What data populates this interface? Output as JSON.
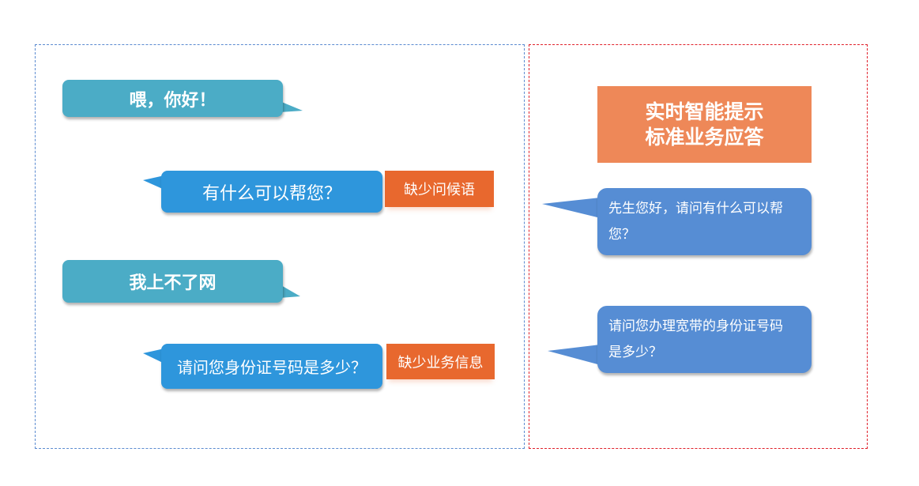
{
  "left_panel": {
    "messages": [
      {
        "text": "喂，你好！",
        "speaker": "customer"
      },
      {
        "text": "有什么可以帮您？",
        "speaker": "agent",
        "tag": "缺少问候语"
      },
      {
        "text": "我上不了网",
        "speaker": "customer"
      },
      {
        "text": "请问您身份证号码是多少？",
        "speaker": "agent",
        "tag": "缺少业务信息"
      }
    ]
  },
  "right_panel": {
    "title_line1": "实时智能提示",
    "title_line2": "标准业务应答",
    "suggestions": [
      "先生您好，请问有什么可以帮您？",
      "请问您办理宽带的身份证号码是多少？"
    ]
  },
  "colors": {
    "customer": "#4BACC6",
    "agent": "#2E96DC",
    "tag": "#E8682E",
    "title": "#EE8858",
    "suggestion": "#568DD4"
  }
}
